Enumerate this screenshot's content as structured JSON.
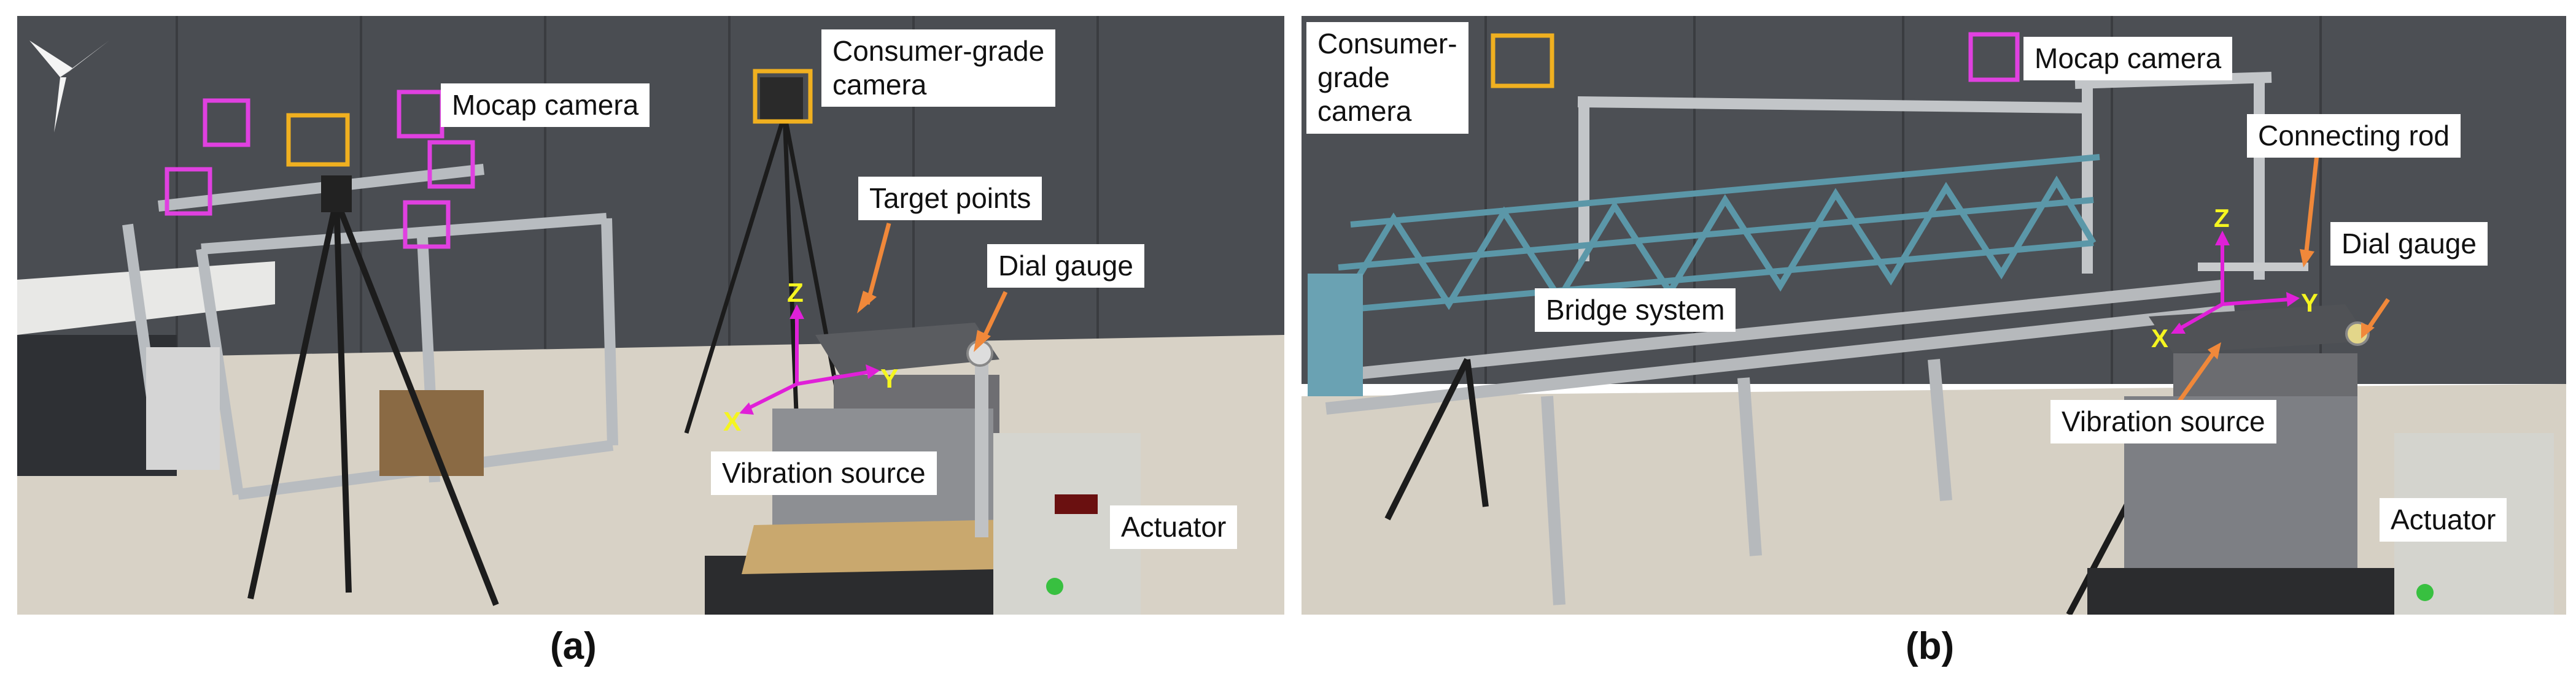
{
  "panel_a": {
    "caption": "(a)",
    "labels": {
      "mocap_camera": "Mocap camera",
      "consumer_camera_line1": "Consumer-grade",
      "consumer_camera_line2": "camera",
      "target_points": "Target points",
      "dial_gauge": "Dial gauge",
      "vibration_source": "Vibration source",
      "actuator": "Actuator"
    },
    "axes": {
      "x": "X",
      "y": "Y",
      "z": "Z"
    }
  },
  "panel_b": {
    "caption": "(b)",
    "labels": {
      "consumer_camera_line1": "Consumer-",
      "consumer_camera_line2": "grade",
      "consumer_camera_line3": "camera",
      "mocap_camera": "Mocap camera",
      "connecting_rod": "Connecting rod",
      "dial_gauge": "Dial gauge",
      "bridge_system": "Bridge system",
      "vibration_source": "Vibration source",
      "actuator": "Actuator"
    },
    "axes": {
      "x": "X",
      "y": "Y",
      "z": "Z"
    }
  },
  "colors": {
    "mocap_box": "#e040e0",
    "consumer_box": "#f0b020",
    "pointer_arrow": "#f0883a",
    "axis_arrow": "#e020d8",
    "axis_letter": "#f5f520"
  }
}
